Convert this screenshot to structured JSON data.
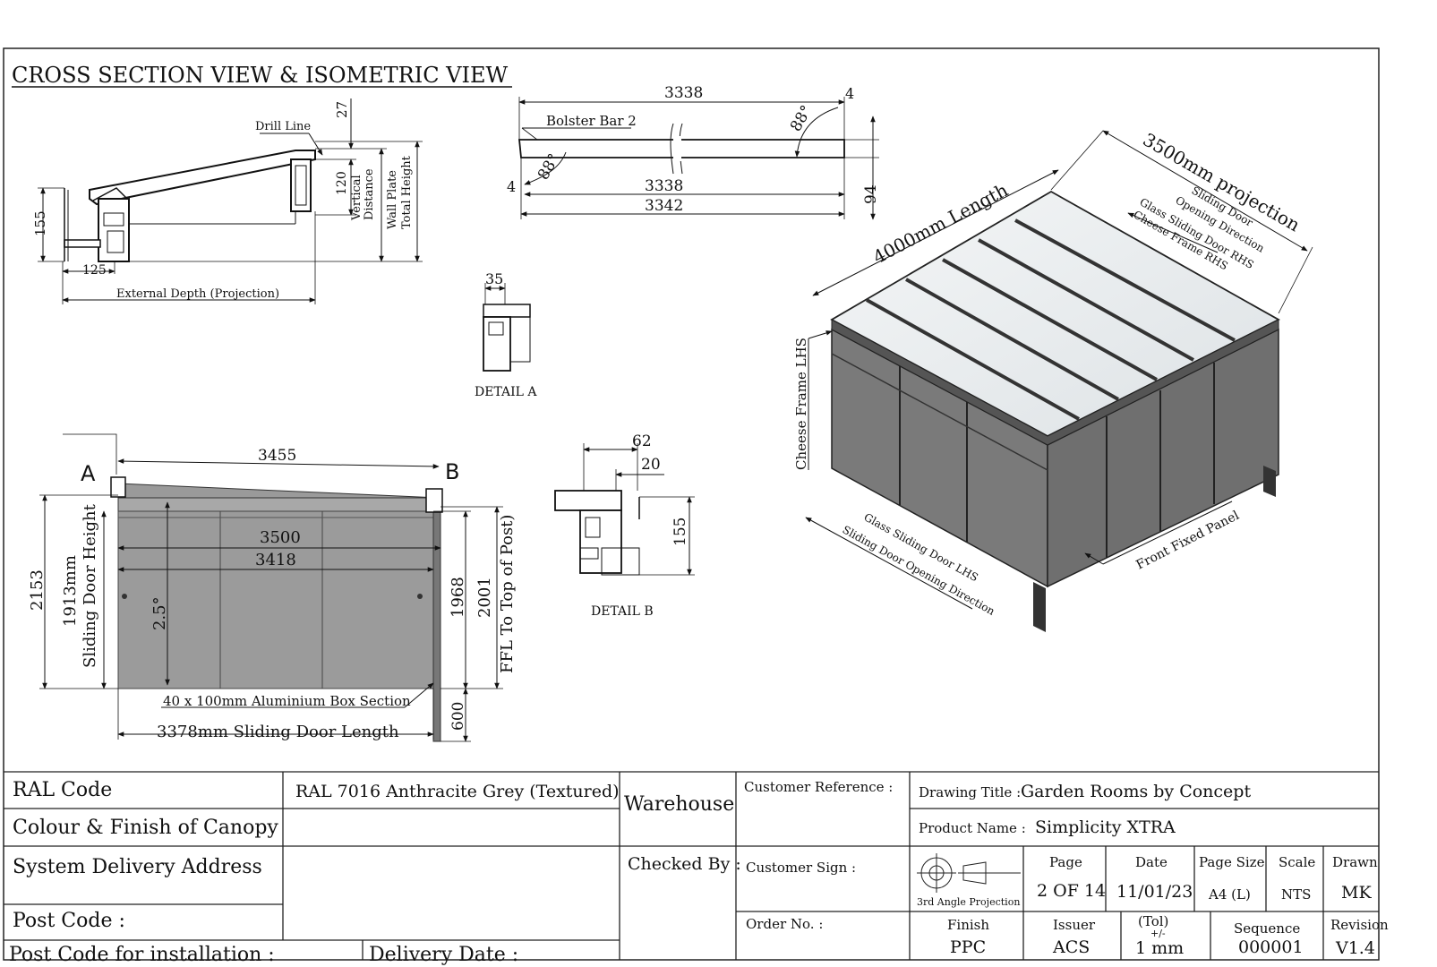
{
  "header": {
    "title": "CROSS SECTION VIEW & ISOMETRIC VIEW"
  },
  "cross_section": {
    "drill_line": "Drill Line",
    "dim_27": "27",
    "dim_155": "155",
    "dim_120": "120",
    "vertical_distance_1": "Vertical",
    "vertical_distance_2": "Distance",
    "wall_plate_1": "Wall Plate",
    "wall_plate_2": "Total Height",
    "dim_125": "125",
    "external_depth": "External Depth (Projection)"
  },
  "bolster": {
    "dim_top": "3338",
    "dim_4_top": "4",
    "label": "Bolster Bar 2",
    "angle_right": "88°",
    "angle_left": "88°",
    "dim_4_left": "4",
    "dim_mid": "3338",
    "dim_bottom": "3342",
    "dim_94": "94"
  },
  "detail_a": {
    "dim_35": "35",
    "label": "DETAIL A"
  },
  "detail_b": {
    "dim_62": "62",
    "dim_20": "20",
    "dim_155": "155",
    "label": "DETAIL B"
  },
  "side_view": {
    "label_a": "A",
    "label_b": "B",
    "dim_3455": "3455",
    "dim_3500": "3500",
    "dim_3418": "3418",
    "dim_2153": "2153",
    "door_height_1": "1913mm",
    "door_height_2": "Sliding Door Height",
    "angle": "2.5°",
    "dim_1968": "1968",
    "dim_2001": "2001",
    "ffl": "FFL To Top of Post)",
    "box_section": "40 x 100mm Aluminium Box Section",
    "dim_600": "600",
    "door_length": "3378mm Sliding Door Length"
  },
  "isometric": {
    "length": "4000mm Length",
    "projection": "3500mm projection",
    "sliding_door_1": "Sliding Door",
    "opening_direction": "Opening Direction",
    "glass_rhs": "Glass Sliding Door RHS",
    "cheese_rhs": "Cheese Frame RHS",
    "cheese_lhs": "Cheese Frame LHS",
    "glass_lhs": "Glass Sliding Door LHS",
    "sliding_lhs": "Sliding Door  Opening Direction",
    "front_panel": "Front Fixed Panel"
  },
  "title_block": {
    "ral_code_label": "RAL Code",
    "ral_code_value": "RAL 7016 Anthracite Grey (Textured)",
    "colour_label": "Colour & Finish of Canopy",
    "delivery_address_label": "System Delivery Address",
    "post_code_label": "Post Code :",
    "post_code_install_label": "Post Code for installation :",
    "delivery_date_label": "Delivery Date :",
    "warehouse_label": "Warehouse",
    "checked_by_label": "Checked By :",
    "customer_ref_label": "Customer Reference :",
    "customer_sign_label": "Customer Sign :",
    "order_no_label": "Order No. :",
    "drawing_title_label": "Drawing Title :",
    "drawing_title_value": "Garden Rooms by Concept",
    "product_name_label": "Product Name :",
    "product_name_value": "Simplicity XTRA",
    "projection_label": "3rd Angle Projection",
    "page_label": "Page",
    "page_value": "2 OF 14",
    "date_label": "Date",
    "date_value": "11/01/23",
    "page_size_label": "Page Size",
    "page_size_value": "A4 (L)",
    "scale_label": "Scale",
    "scale_value": "NTS",
    "drawn_label": "Drawn",
    "drawn_value": "MK",
    "finish_label": "Finish",
    "finish_value": "PPC",
    "issuer_label": "Issuer",
    "issuer_value": "ACS",
    "tol_label": "(Tol)",
    "tol_sub": "+/-",
    "tol_value": "1 mm",
    "sequence_label": "Sequence",
    "sequence_value": "000001",
    "revision_label": "Revision",
    "revision_value": "V1.4"
  }
}
